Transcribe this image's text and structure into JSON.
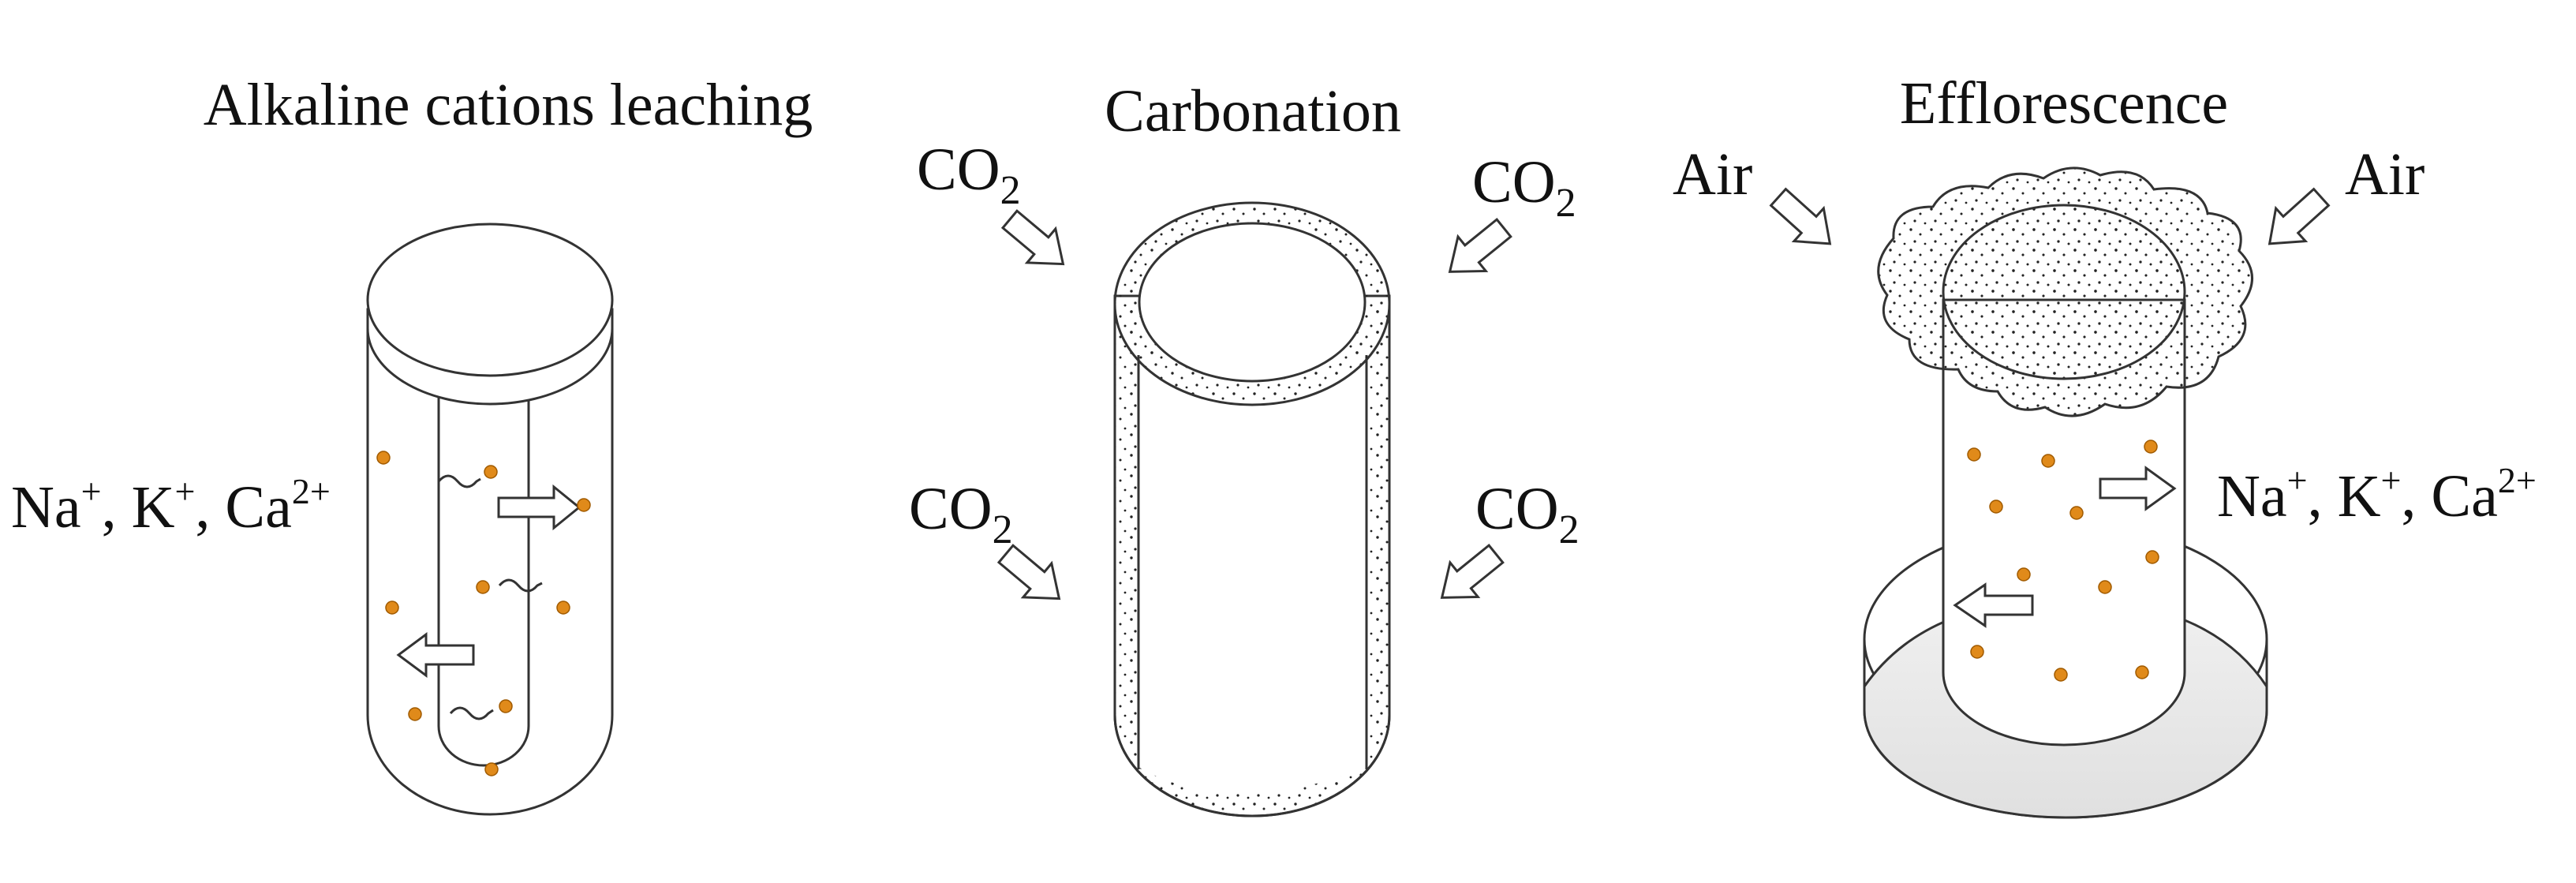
{
  "colors": {
    "background": "#ffffff",
    "stroke": "#333333",
    "ion": "#e08a1a",
    "water": "#e8e8e8",
    "stipple": "#222222"
  },
  "panels": [
    {
      "title": "Alkaline cations leaching",
      "ions_label": {
        "main": [
          "Na",
          ", K",
          ", Ca"
        ],
        "sup": [
          "+",
          "+",
          "2+"
        ]
      }
    },
    {
      "title": "Carbonation",
      "gas_label": {
        "main": "CO",
        "sub": "2"
      }
    },
    {
      "title": "Efflorescence",
      "air_label": "Air",
      "ions_label": {
        "main": [
          "Na",
          ", K",
          ", Ca"
        ],
        "sup": [
          "+",
          "+",
          "2+"
        ]
      }
    }
  ],
  "icons": {
    "flow_arrow": "hollow-arrow-icon",
    "cation": "dot-icon"
  }
}
